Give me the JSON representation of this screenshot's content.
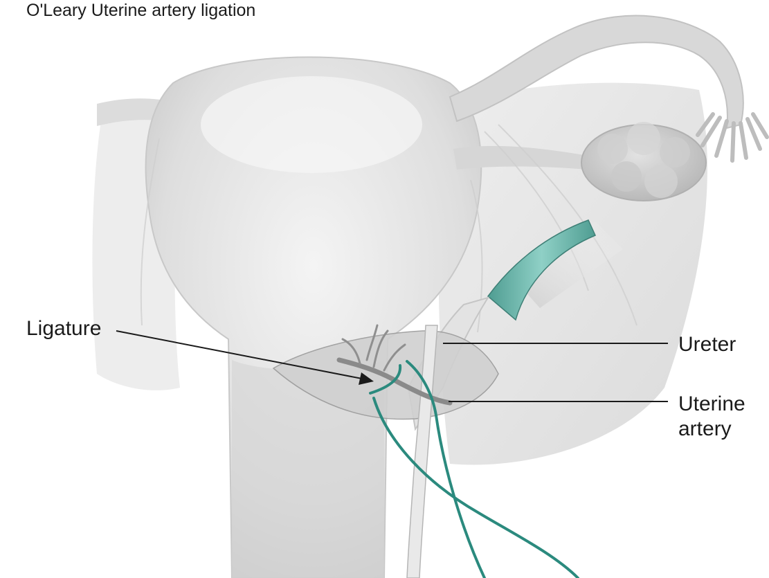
{
  "title": "O'Leary Uterine artery ligation",
  "labels": {
    "ligature": "Ligature",
    "ureter": "Ureter",
    "uterine_artery_line1": "Uterine",
    "uterine_artery_line2": "artery"
  },
  "colors": {
    "tissue_light": "#ececec",
    "tissue_mid": "#d9d9d9",
    "tissue_shade": "#c4c4c4",
    "suture": "#2b8a7e",
    "clamp": "#6fb7ad",
    "leader_line": "#1a1a1a"
  }
}
